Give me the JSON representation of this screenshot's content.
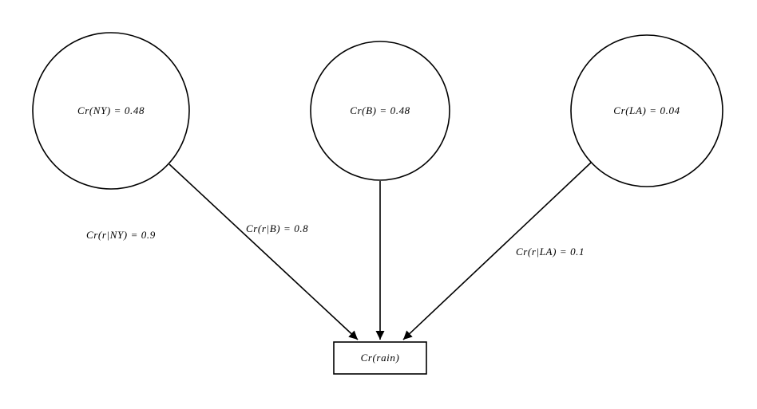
{
  "nodes": {
    "ny": {
      "label": "Cr(NY) = 0.48"
    },
    "b": {
      "label": "Cr(B) = 0.48"
    },
    "la": {
      "label": "Cr(LA) = 0.04"
    },
    "rain": {
      "label": "Cr(rain)"
    }
  },
  "edges": {
    "ny_rain": {
      "label": "Cr(r|NY) = 0.9"
    },
    "b_rain": {
      "label": "Cr(r|B) = 0.8"
    },
    "la_rain": {
      "label": "Cr(r|LA) = 0.1"
    }
  }
}
